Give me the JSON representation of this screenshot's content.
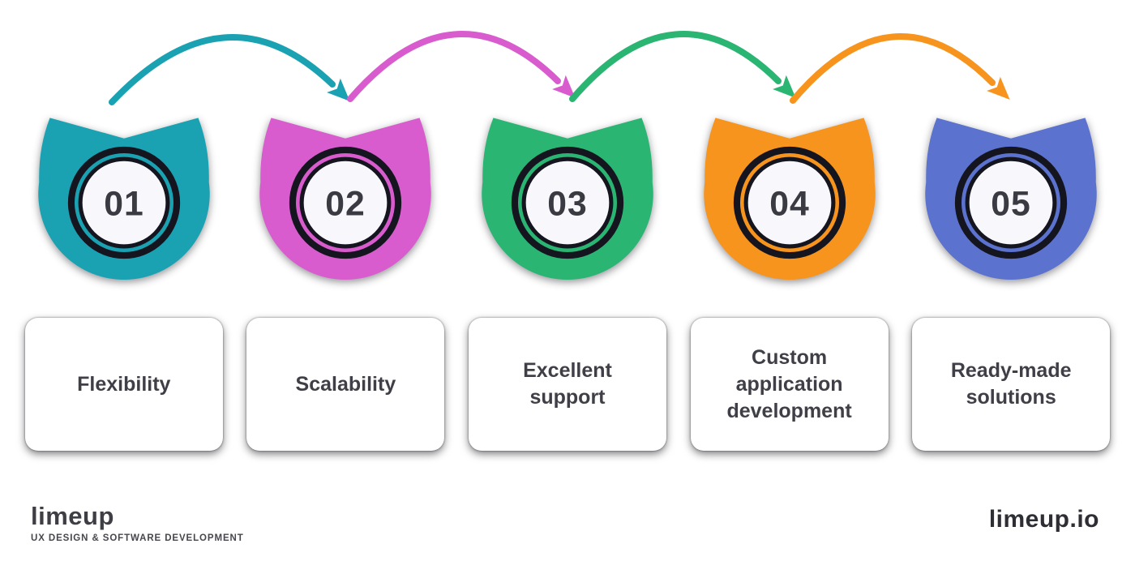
{
  "steps": [
    {
      "number": "01",
      "label": "Flexibility",
      "color": "#1aa2b3"
    },
    {
      "number": "02",
      "label": "Scalability",
      "color": "#d95cce"
    },
    {
      "number": "03",
      "label": "Excellent support",
      "color": "#2ab573"
    },
    {
      "number": "04",
      "label": "Custom application development",
      "color": "#f7941e"
    },
    {
      "number": "05",
      "label": "Ready-made solutions",
      "color": "#5b72ce"
    }
  ],
  "badge_style": {
    "ring_color": "#15151f",
    "inner_fill": "#f8f8fc",
    "number_color": "#3a3a42"
  },
  "footer": {
    "brand": "limeup",
    "tagline": "UX design & software development",
    "website": "limeup.io"
  }
}
